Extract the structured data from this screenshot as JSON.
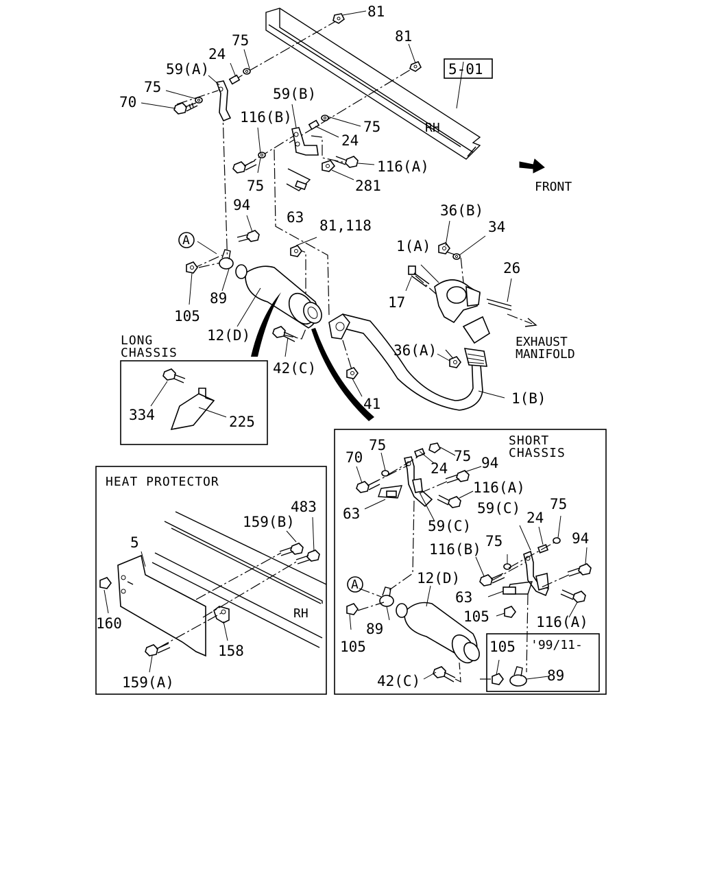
{
  "callouts": {
    "c81a": "81",
    "c81b": "81",
    "c5_01": "5-01",
    "c75a": "75",
    "c24a": "24",
    "c59a": "59(A)",
    "c75b": "75",
    "c70": "70",
    "c59b": "59(B)",
    "c116b": "116(B)",
    "c75c": "75",
    "c24b": "24",
    "c116a": "116(A)",
    "c75d": "75",
    "c281": "281",
    "cRH": "RH",
    "cFRONT": "FRONT",
    "c94": "94",
    "c63": "63",
    "c81_118": "81,118",
    "c36b": "36(B)",
    "c34": "34",
    "c1a": "1(A)",
    "c26": "26",
    "cA": "A",
    "c105": "105",
    "c89": "89",
    "c17": "17",
    "c12d": "12(D)",
    "c36a": "36(A)",
    "c42c": "42(C)",
    "c41": "41",
    "c1b": "1(B)",
    "cExh1": "EXHAUST",
    "cExh2": "MANIFOLD"
  },
  "long_chassis": {
    "title_line1": "LONG",
    "title_line2": "CHASSIS",
    "c334": "334",
    "c225": "225"
  },
  "heat_protector": {
    "title": "HEAT PROTECTOR",
    "c5": "5",
    "c159b": "159(B)",
    "c483": "483",
    "c160": "160",
    "c158": "158",
    "c159a": "159(A)",
    "cRH": "RH"
  },
  "short_chassis": {
    "title_line1": "SHORT",
    "title_line2": "CHASSIS",
    "c70": "70",
    "c75a": "75",
    "c75b": "75",
    "c24a": "24",
    "c94a": "94",
    "c116a1": "116(A)",
    "c63a": "63",
    "c59c1": "59(C)",
    "c59c2": "59(C)",
    "c75c": "75",
    "c24b": "24",
    "c75d": "75",
    "c94b": "94",
    "c116b": "116(B)",
    "c63b": "63",
    "c12d": "12(D)",
    "cA": "A",
    "c105a": "105",
    "c89a": "89",
    "c105b": "105",
    "c116a2": "116(A)",
    "c42c": "42(C)",
    "c105c": "105",
    "c89b": "89",
    "c99_11": "'99/11-"
  }
}
